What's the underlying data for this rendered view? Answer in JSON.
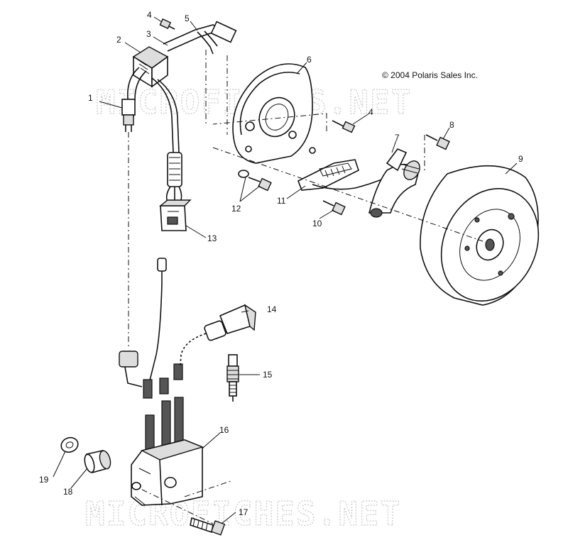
{
  "copyright": "© 2004 Polaris Sales Inc.",
  "watermarks": [
    "MICROFICHES.NET",
    "MICROFICHES.NET"
  ],
  "callouts": [
    "1",
    "2",
    "3",
    "4",
    "5",
    "6",
    "4",
    "7",
    "8",
    "9",
    "12",
    "11",
    "10",
    "13",
    "14",
    "15",
    "16",
    "19",
    "18",
    "17"
  ]
}
